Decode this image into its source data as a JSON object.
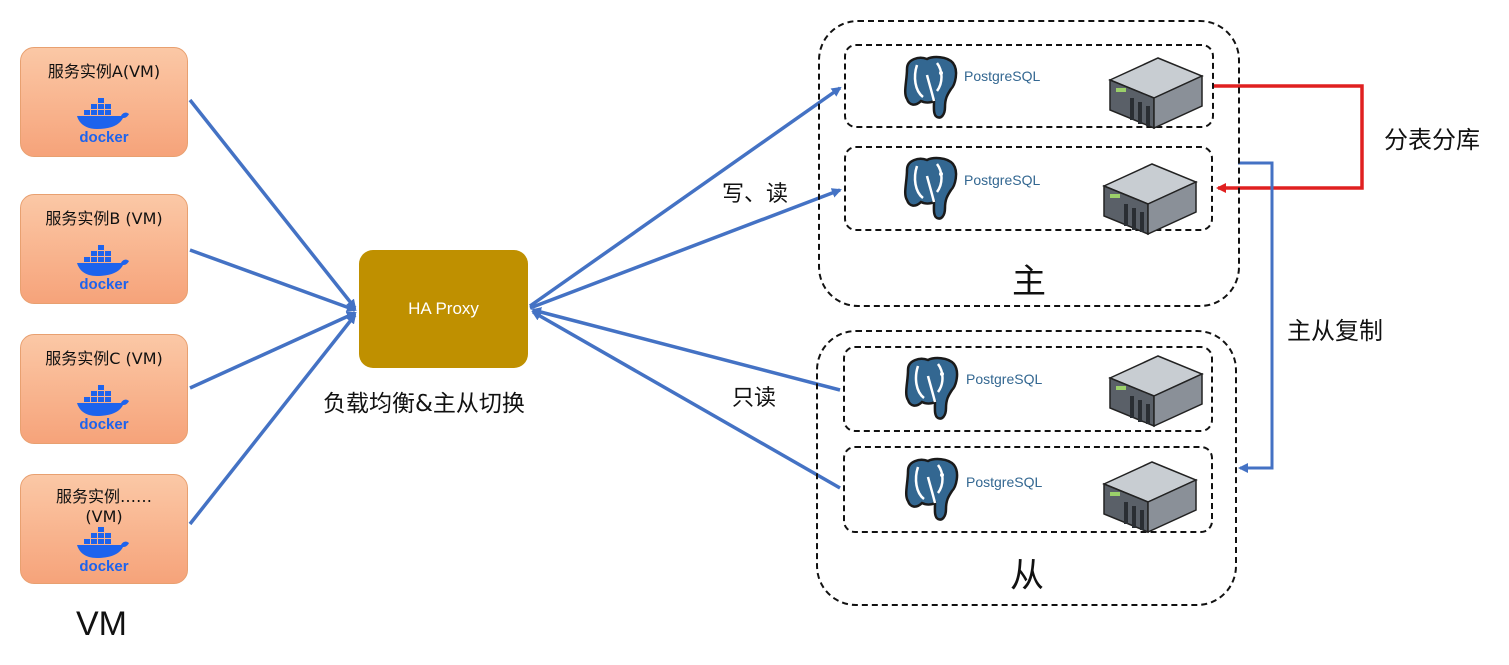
{
  "vms": [
    {
      "label": "服务实例A(VM)",
      "logo": "docker"
    },
    {
      "label": "服务实例B (VM)",
      "logo": "docker"
    },
    {
      "label": "服务实例C (VM)",
      "logo": "docker"
    },
    {
      "label": "服务实例……(VM)",
      "logo": "docker"
    }
  ],
  "vm_caption": "VM",
  "proxy": {
    "label": "HA Proxy",
    "caption": "负载均衡&主从切换"
  },
  "edges": {
    "write_read": "写、读",
    "read_only": "只读"
  },
  "groups": {
    "master": "主",
    "slave": "从"
  },
  "db": {
    "name": "PostgreSQL"
  },
  "annotations": {
    "sharding": "分表分库",
    "replication": "主从复制"
  },
  "colors": {
    "arrow_blue": "#4472c4",
    "arrow_red": "#e02020",
    "proxy_gold": "#bf9000",
    "vm_orange": "#f6a37a"
  }
}
